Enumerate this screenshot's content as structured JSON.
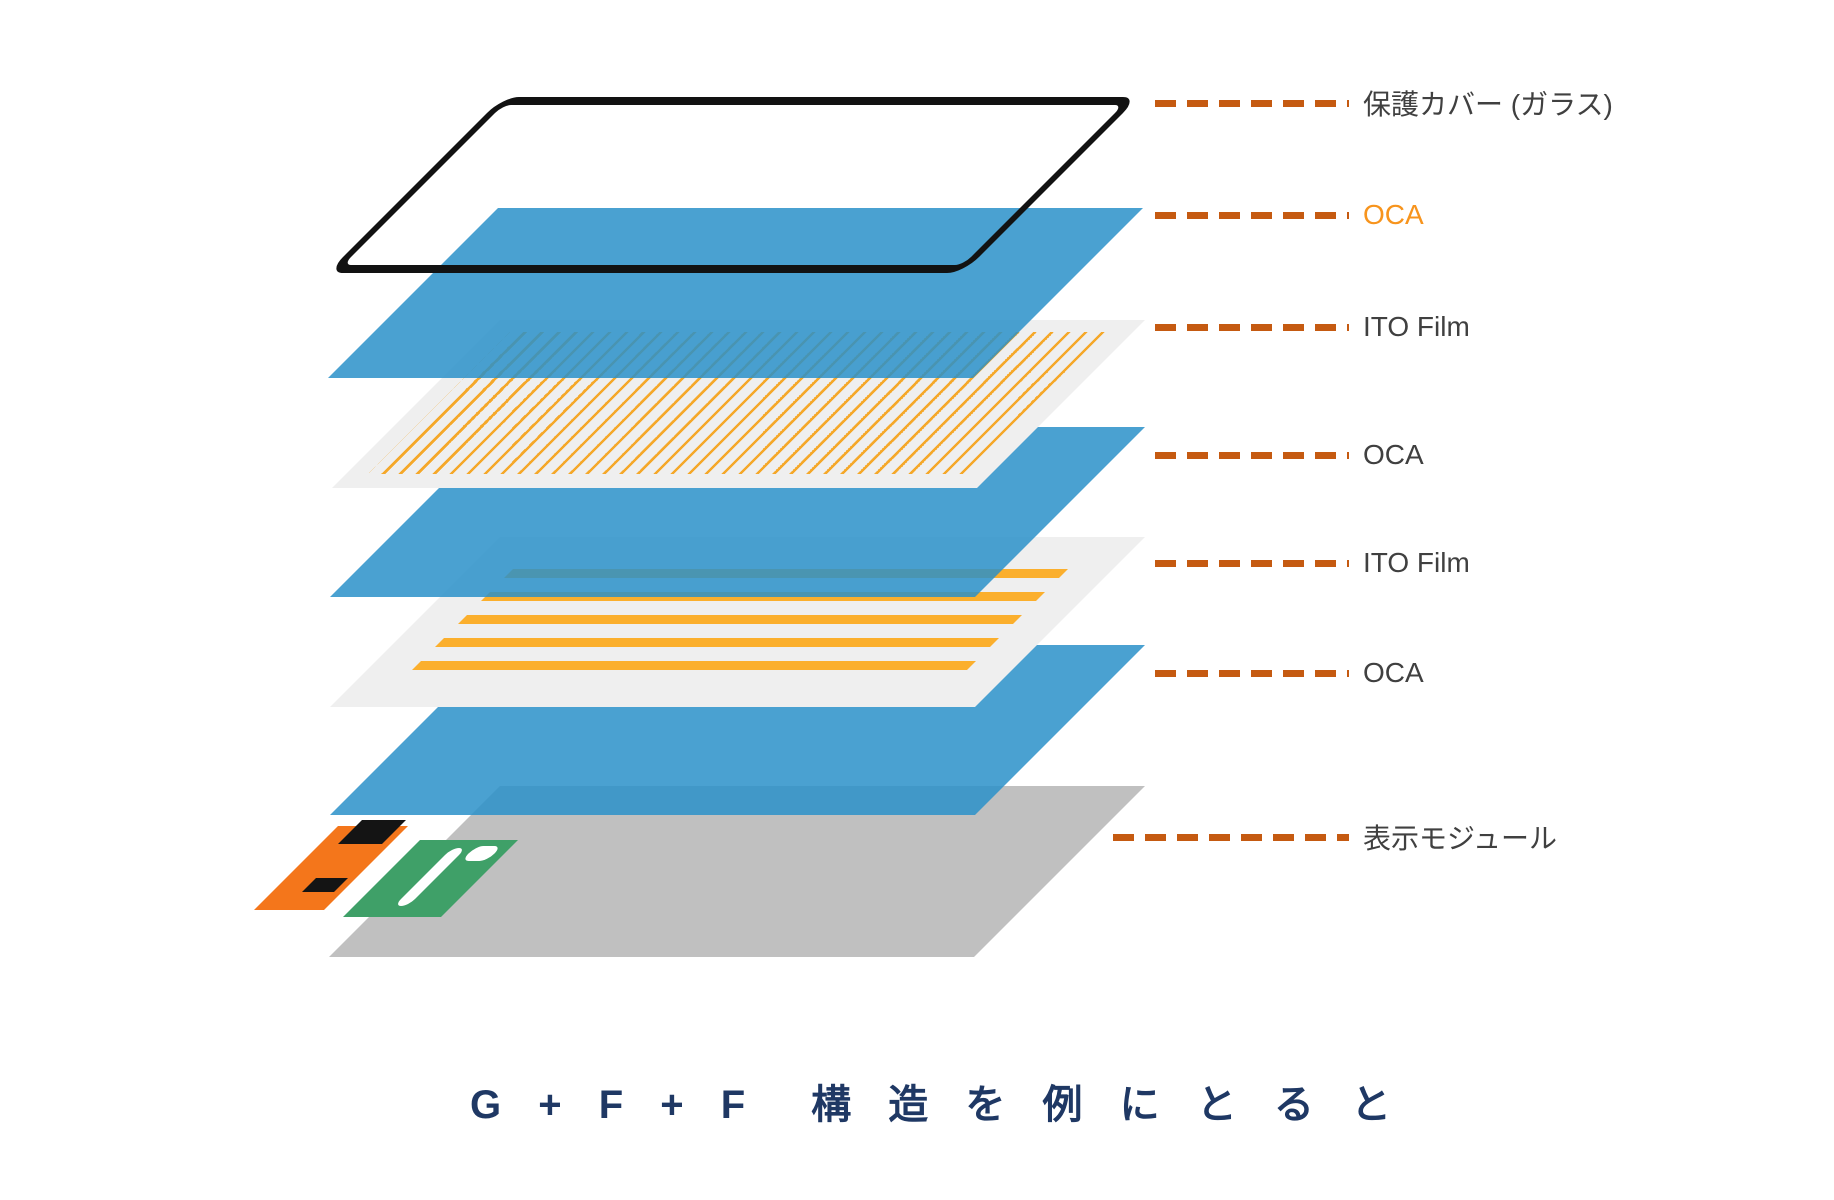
{
  "diagram": {
    "name": "touch-panel-exploded-stack",
    "leader_line_color": "#C55A11",
    "labels": [
      {
        "text": "保護カバー (ガラス)",
        "color": "#404040"
      },
      {
        "text": "OCA",
        "color": "#F7941D"
      },
      {
        "text": "ITO Film",
        "color": "#404040"
      },
      {
        "text": "OCA",
        "color": "#404040"
      },
      {
        "text": "ITO Film",
        "color": "#404040"
      },
      {
        "text": "OCA",
        "color": "#404040"
      },
      {
        "text": "表示モジュール",
        "color": "#404040"
      }
    ],
    "layers": [
      {
        "name": "protective-glass-cover",
        "style": "black outline, transparent fill"
      },
      {
        "name": "oca-adhesive-1",
        "color": "#4BA3D3"
      },
      {
        "name": "ito-film-1",
        "color": "#EFEFEF",
        "electrode_stripe_color": "#F5A82A",
        "electrode_orientation": "vertical"
      },
      {
        "name": "oca-adhesive-2",
        "color": "#4BA3D3"
      },
      {
        "name": "ito-film-2",
        "color": "#EFEFEF",
        "electrode_stripe_color": "#FBAF2D",
        "electrode_orientation": "horizontal"
      },
      {
        "name": "oca-adhesive-3",
        "color": "#4BA3D3"
      },
      {
        "name": "display-module",
        "color": "#C0C0C0",
        "attachments": [
          "orange-fpc-cable",
          "green-pcb",
          "black-connectors"
        ]
      }
    ]
  },
  "title": {
    "text": "G + F + F　構 造 を 例 に と る と",
    "color": "#1F3864"
  }
}
